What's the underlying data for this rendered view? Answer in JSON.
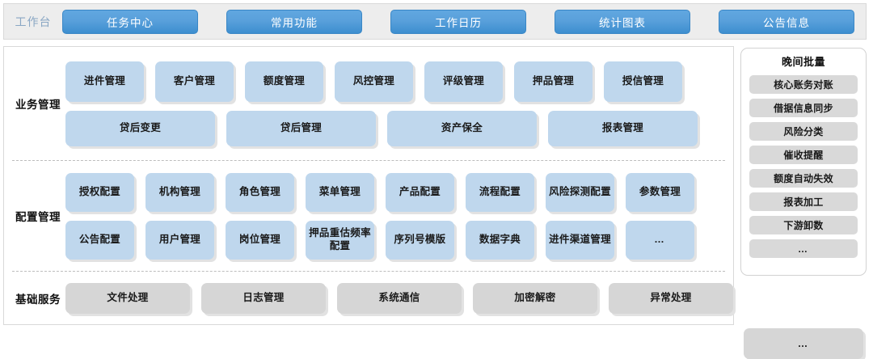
{
  "topbar": {
    "label": "工作台",
    "buttons": [
      {
        "label": "任务中心"
      },
      {
        "label": "常用功能"
      },
      {
        "label": "工作日历"
      },
      {
        "label": "统计图表"
      },
      {
        "label": "公告信息"
      }
    ]
  },
  "sections": {
    "business": {
      "label": "业务管理",
      "row1": [
        "进件管理",
        "客户管理",
        "额度管理",
        "风控管理",
        "评级管理",
        "押品管理",
        "授信管理"
      ],
      "row2": [
        "贷后变更",
        "贷后管理",
        "资产保全",
        "报表管理"
      ]
    },
    "config": {
      "label": "配置管理",
      "row1": [
        "授权配置",
        "机构管理",
        "角色管理",
        "菜单管理",
        "产品配置",
        "流程配置",
        "风险探测配置",
        "参数管理"
      ],
      "row2": [
        "公告配置",
        "用户管理",
        "岗位管理",
        "押品重估频率配置",
        "序列号模版",
        "数据字典",
        "进件渠道管理",
        "…"
      ]
    },
    "basic": {
      "label": "基础服务",
      "row1": [
        "文件处理",
        "日志管理",
        "系统通信",
        "加密解密",
        "异常处理"
      ]
    }
  },
  "sidebar": {
    "title": "晚间批量",
    "items": [
      "核心账务对账",
      "借据信息同步",
      "风险分类",
      "催收提醒",
      "额度自动失效",
      "报表加工",
      "下游卸数",
      "…"
    ],
    "bottom_label": "…"
  },
  "colors": {
    "accent_blue": "#3d8ecf",
    "tile_blue": "#bfd7ed",
    "tile_gray": "#d6d6d6",
    "header_bg": "#ededed"
  }
}
